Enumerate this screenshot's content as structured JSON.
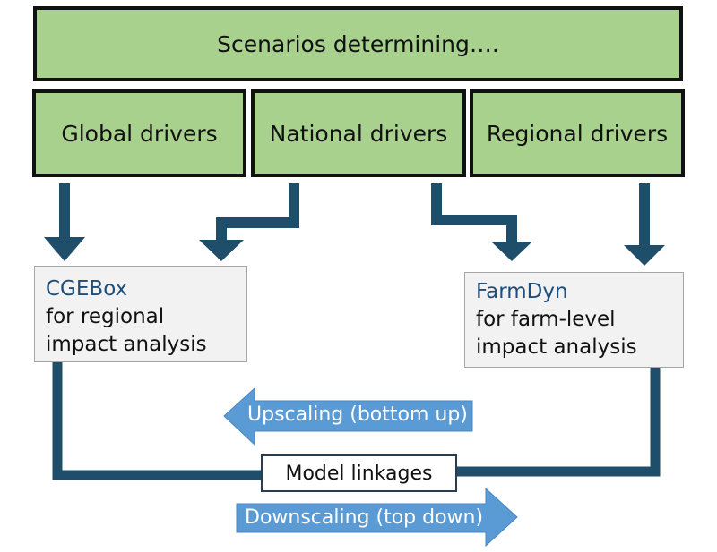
{
  "title": "Scenarios determining….",
  "drivers": {
    "global": "Global drivers",
    "national": "National drivers",
    "regional": "Regional drivers"
  },
  "models": {
    "cge": {
      "name": "CGEBox",
      "line1": "for regional",
      "line2": "impact analysis"
    },
    "farm": {
      "name": "FarmDyn",
      "line1": "for farm-level",
      "line2": "impact analysis"
    }
  },
  "linkage": "Model linkages",
  "arrows": {
    "upscaling": "Upscaling (bottom up)",
    "downscaling": "Downscaling (top down)"
  },
  "colors": {
    "driver_fill": "#a9d18e",
    "connector": "#1f4e6b",
    "scaling_arrow": "#5b9bd5",
    "model_name": "#1f4e79"
  }
}
